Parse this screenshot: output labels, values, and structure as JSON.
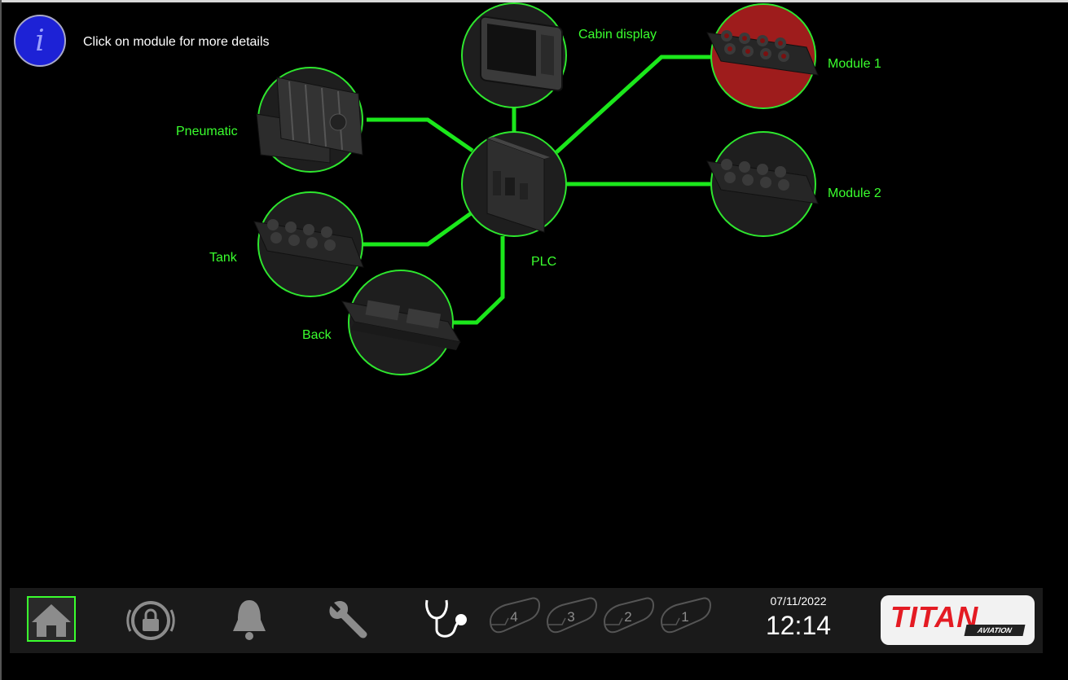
{
  "info": {
    "icon": "info-icon",
    "glyph": "i",
    "text": "Click on module for more details"
  },
  "modules": {
    "cabin_display": {
      "label": "Cabin display",
      "status": "ok"
    },
    "module1": {
      "label": "Module 1",
      "status": "fault"
    },
    "module2": {
      "label": "Module 2",
      "status": "ok"
    },
    "pneumatic": {
      "label": "Pneumatic",
      "status": "ok"
    },
    "plc": {
      "label": "PLC",
      "status": "ok"
    },
    "tank": {
      "label": "Tank",
      "status": "ok"
    },
    "back": {
      "label": "Back",
      "status": "ok"
    }
  },
  "colors": {
    "link": "#1be81b",
    "label": "#3aff2e",
    "fault": "#9e1c1c",
    "node_ring": "#2ee62e",
    "node_fill": "#1e1e1e"
  },
  "toolbar": {
    "items": [
      {
        "name": "home-icon",
        "active": true
      },
      {
        "name": "lock-icon",
        "active": false
      },
      {
        "name": "bell-icon",
        "active": false
      },
      {
        "name": "wrench-icon",
        "active": false
      },
      {
        "name": "stethoscope-icon",
        "active": false
      }
    ],
    "doors": [
      "4",
      "3",
      "2",
      "1"
    ]
  },
  "clock": {
    "date": "07/11/2022",
    "time": "12:14"
  },
  "logo": {
    "main": "TITAN",
    "sub": "AVIATION"
  }
}
